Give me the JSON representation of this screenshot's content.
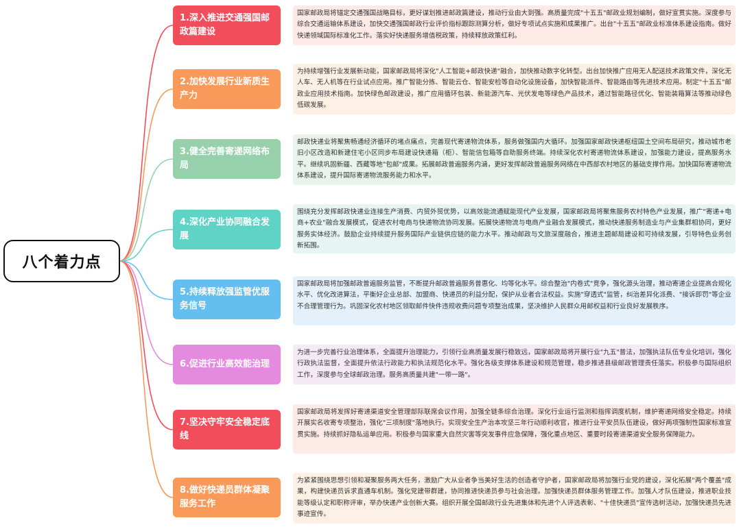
{
  "root": {
    "label": "八个着力点"
  },
  "branches": [
    {
      "title": "1.深入推进交通强国邮政篇建设",
      "color": "#f24d5b",
      "bg": "#fde9e6",
      "text": "国家邮政局将锚定交通强国战略目标，更好谋划推进邮政篇建设，推动行业由大到强。高质量完成\"十五五\"邮政业规划编制，做好宣贯实施。深度参与综合交通运输体系建设，加快交通强国邮政行业评价指标跟踪测算分析，做好专项试点实施和成果推广。出台\"十五五\"邮政业标准体系建设指南。做好快递领域国际标准化工作。落实好快递服务增值税政策，持续释放政策红利。"
    },
    {
      "title": "2.加快发展行业新质生产力",
      "color": "#f99a5a",
      "bg": "#fdf0e4",
      "text": "为持续增强行业发展新动能，国家邮政局将深化\"人工智能+邮政快递\"融合，加快推动数字化转型。出台加快推广应用无人配送技术政策文件，深化无人车、无人机等在行业试点应用。推广智能分拣、智能云仓、智能安检等自动化设施设备，加快智能派件、智能路由等先进技术应用。制定\"十五五\"邮政业应用技术指南。加快绿色邮政建设，推广应用循环包装、新能源汽车、光伏发电等绿色产品技术，通过智能路径优化、智能装箱算法等推动绿色低碳发展。"
    },
    {
      "title": "3.健全完善寄递网络布局",
      "color": "#96d1ab",
      "bg": "#eaf4ec",
      "text": "邮政快递业将聚焦畅通经济循环的堵点痛点，完善现代寄递物流体系，服务做强国内大循环。加强国家邮政快递枢纽国土空间布局研究，推动城市老旧小区改造和新建住宅小区同步布局建设快递箱（柜）、智能信包箱等自助服务终端。持续深化农村寄递物流体系建设，加强能力建设，提高服务水平。继续巩固新疆、西藏等地\"包邮\"成果。拓展邮政普遍服务内涵，更好发挥邮政普遍服务网络在中西部农村地区的基础支撑作用。加快国际寄递物流体系建设，提升国际寄递物流服务能力和水平。"
    },
    {
      "title": "4.深化产业协同融合发展",
      "color": "#5ed3c6",
      "bg": "#e6f5f2",
      "text": "围绕充分发挥邮政快递业连接生产消费、内贸外贸优势，以高效能流通赋能现代产业发展，国家邮政局将聚焦服务农村特色产业发展，推广\"寄递+电商+农业\"融合发展模式，促进农村电商与快递物流协同发展。拓展快递物流与电商产业融合发展模式，推动快递服务制造业与产业集群相协同，更好服务实体经济。鼓励企业持续提升服务国际产业链供应链的能力水平。推动邮政与文旅深度融合，推进主题邮局建设和可持续发展，引导特色业务创新拓围。"
    },
    {
      "title": "5.持续释放强监管优服务信号",
      "color": "#64bff0",
      "bg": "#e5f1fa",
      "text": "国家邮政局将加强邮政普遍服务监管，不断提升邮政普遍服务普惠化、均等化水平。综合整治\"内卷式\"竞争，强化源头治理，推动寄递企业提高合规化水平、优化改进算法，平衡好企业总部、加盟商、快递员的利益分配，保护从业者合法权益。实施\"穿透式\"监管，纠治差异化派费、\"接诉即罚\"等企业不合理管理行为。巩固深化农村地区领取邮件快件违规收费问题专项整治成果，坚决维护人民群众用邮权益和行业良好发展秩序。"
    },
    {
      "title": "6.促进行业高效能治理",
      "color": "#e48adf",
      "bg": "#f6e9f6",
      "text": "为进一步完善行业治理体系，全面提升治理能力，引领行业高质量发展行稳致远，国家邮政局将开展行业\"九五\"普法，加强执法队伍专业化培训，强化行政执法监督，全面提升依法行政能力和执法规范化水平。强化各级支撑体系建设和规范管理，稳步推进县级邮政管理责任落实。积极参与国际组织工作，深度参与全球邮政治理。服务高质量共建\"一带一路\"。"
    },
    {
      "title": "7.坚决守牢安全稳定底线",
      "color": "#f24d5b",
      "bg": "#fde9e6",
      "text": "国家邮政局将发挥好寄递渠道安全管理部际联席会议作用，加强全链条综合治理。深化行业运行监测和指挥调度机制，维护寄递网络安全稳定。持续开展实名收寄专项整治，强化\"三项制度\"落地执行。实现安全生产治本攻坚三年行动顺利收官，推进行业平安员队伍建设，做好两项强制性国家标准宣贯实施。持续抓好隐私运单应用。积极参与国家重大自然灾害等突发事件应急保障，强化重点地区、重要时段寄递渠道安全服务保障能力。"
    },
    {
      "title": "8.做好快递员群体凝聚服务工作",
      "color": "#f99a5a",
      "bg": "#fdf0e4",
      "text": "为紧紧围绕思想引领和凝聚服务两大任务，激励广大从业者争当美好生活的创造者守护者，国家邮政局将加强行业党的建设，深化拓展\"两个覆盖\"成果，构建快递员诉求直通车机制。强化党建带群建，协同推进快递员参与社会治理。加强快递员群体服务管理工作。加强人才队伍建设，推进职业技能等级认定和职称评审，举办快递产业创新大赛。组织开展全国邮政行业先进集体和先进个人评选表彰、\"十佳快递员\"宣传选树活动，加强快递员先进事迹宣传。"
    }
  ]
}
